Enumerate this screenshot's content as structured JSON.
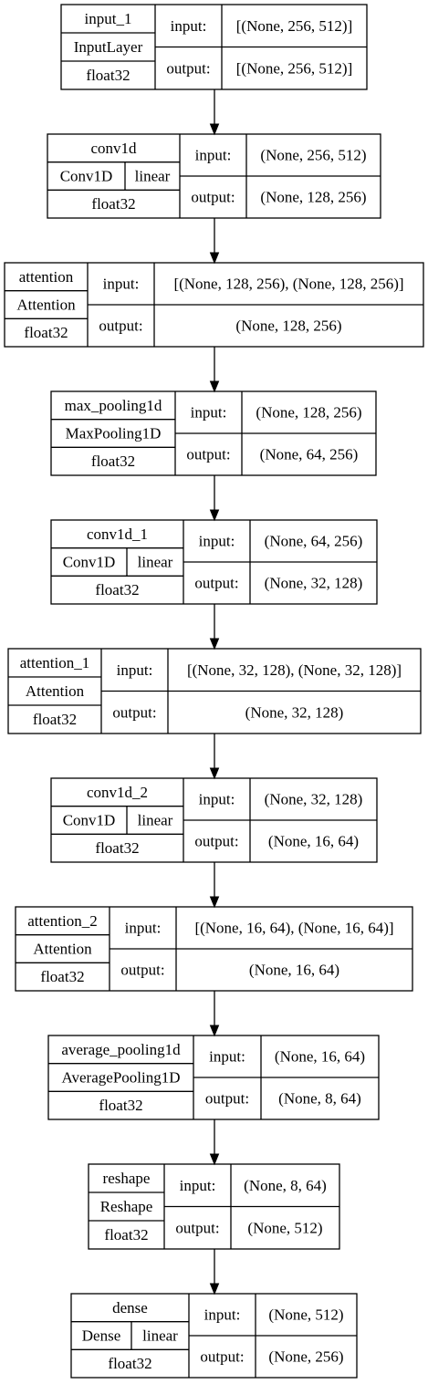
{
  "labels": {
    "input": "input:",
    "output": "output:"
  },
  "layers": [
    {
      "name": "input_1",
      "type": "InputLayer",
      "activation": null,
      "dtype": "float32",
      "input": "[(None, 256, 512)]",
      "output": "[(None, 256, 512)]"
    },
    {
      "name": "conv1d",
      "type": "Conv1D",
      "activation": "linear",
      "dtype": "float32",
      "input": "(None, 256, 512)",
      "output": "(None, 128, 256)"
    },
    {
      "name": "attention",
      "type": "Attention",
      "activation": null,
      "dtype": "float32",
      "input": "[(None, 128, 256), (None, 128, 256)]",
      "output": "(None, 128, 256)"
    },
    {
      "name": "max_pooling1d",
      "type": "MaxPooling1D",
      "activation": null,
      "dtype": "float32",
      "input": "(None, 128, 256)",
      "output": "(None, 64, 256)"
    },
    {
      "name": "conv1d_1",
      "type": "Conv1D",
      "activation": "linear",
      "dtype": "float32",
      "input": "(None, 64, 256)",
      "output": "(None, 32, 128)"
    },
    {
      "name": "attention_1",
      "type": "Attention",
      "activation": null,
      "dtype": "float32",
      "input": "[(None, 32, 128), (None, 32, 128)]",
      "output": "(None, 32, 128)"
    },
    {
      "name": "conv1d_2",
      "type": "Conv1D",
      "activation": "linear",
      "dtype": "float32",
      "input": "(None, 32, 128)",
      "output": "(None, 16, 64)"
    },
    {
      "name": "attention_2",
      "type": "Attention",
      "activation": null,
      "dtype": "float32",
      "input": "[(None, 16, 64), (None, 16, 64)]",
      "output": "(None, 16, 64)"
    },
    {
      "name": "average_pooling1d",
      "type": "AveragePooling1D",
      "activation": null,
      "dtype": "float32",
      "input": "(None, 16, 64)",
      "output": "(None, 8, 64)"
    },
    {
      "name": "reshape",
      "type": "Reshape",
      "activation": null,
      "dtype": "float32",
      "input": "(None, 8, 64)",
      "output": "(None, 512)"
    },
    {
      "name": "dense",
      "type": "Dense",
      "activation": "linear",
      "dtype": "float32",
      "input": "(None, 512)",
      "output": "(None, 256)"
    }
  ]
}
